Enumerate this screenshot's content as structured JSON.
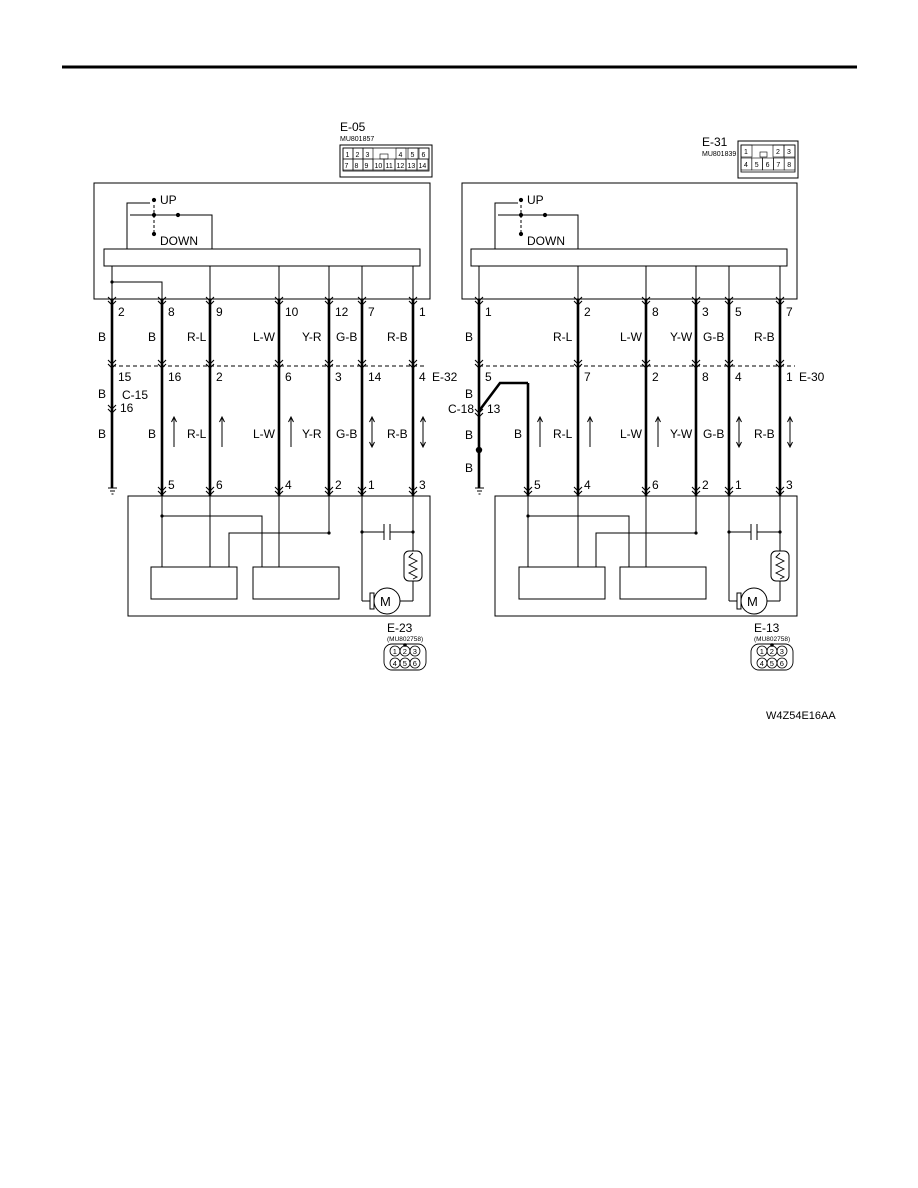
{
  "figure_code": "W4Z54E16AA",
  "left": {
    "connector_top": {
      "name": "E-05",
      "part": "MU801857",
      "row1": [
        "1",
        "2",
        "3",
        "4",
        "5",
        "6"
      ],
      "row2": [
        "7",
        "8",
        "9",
        "10",
        "11",
        "12",
        "13",
        "14"
      ]
    },
    "switch": {
      "up": "UP",
      "down": "DOWN"
    },
    "wires": [
      {
        "pin_top": "2",
        "color_top": "B",
        "pin_mid": "15",
        "color_mid": "B",
        "pin_bot": ""
      },
      {
        "pin_top": "8",
        "color_top": "B",
        "pin_mid": "16",
        "color_mid": "B",
        "pin_bot": "5"
      },
      {
        "pin_top": "9",
        "color_top": "R-L",
        "pin_mid": "2",
        "color_mid": "R-L",
        "pin_bot": "6"
      },
      {
        "pin_top": "10",
        "color_top": "L-W",
        "pin_mid": "6",
        "color_mid": "L-W",
        "pin_bot": "4"
      },
      {
        "pin_top": "12",
        "color_top": "Y-R",
        "pin_mid": "3",
        "color_mid": "Y-R",
        "pin_bot": "2"
      },
      {
        "pin_top": "7",
        "color_top": "G-B",
        "pin_mid": "14",
        "color_mid": "G-B",
        "pin_bot": "1"
      },
      {
        "pin_top": "1",
        "color_top": "R-B",
        "pin_mid": "4",
        "color_mid": "R-B",
        "pin_bot": "3"
      }
    ],
    "mid_connector": "E-32",
    "joint": {
      "name": "C-15",
      "pin": "16",
      "color_below": "B"
    },
    "connector_bottom": {
      "name": "E-23",
      "part": "(MU802758)",
      "pins": [
        "1",
        "2",
        "3",
        "4",
        "5",
        "6"
      ]
    }
  },
  "right": {
    "connector_top": {
      "name": "E-31",
      "part": "MU801839",
      "row1": [
        "1",
        "2",
        "3"
      ],
      "row2": [
        "4",
        "5",
        "6",
        "7",
        "8"
      ]
    },
    "switch": {
      "up": "UP",
      "down": "DOWN"
    },
    "wires": [
      {
        "pin_top": "1",
        "color_top": "B",
        "pin_mid": "5",
        "color_mid": "B",
        "pin_bot": ""
      },
      {
        "pin_top": "",
        "color_top": "",
        "pin_mid": "",
        "color_mid": "B",
        "pin_bot": "5"
      },
      {
        "pin_top": "2",
        "color_top": "R-L",
        "pin_mid": "7",
        "color_mid": "R-L",
        "pin_bot": "4"
      },
      {
        "pin_top": "8",
        "color_top": "L-W",
        "pin_mid": "2",
        "color_mid": "L-W",
        "pin_bot": "6"
      },
      {
        "pin_top": "3",
        "color_top": "Y-W",
        "pin_mid": "8",
        "color_mid": "Y-W",
        "pin_bot": "2"
      },
      {
        "pin_top": "5",
        "color_top": "G-B",
        "pin_mid": "4",
        "color_mid": "G-B",
        "pin_bot": "1"
      },
      {
        "pin_top": "7",
        "color_top": "R-B",
        "pin_mid": "1",
        "color_mid": "R-B",
        "pin_bot": "3"
      }
    ],
    "mid_connector": "E-30",
    "joint": {
      "name": "C-18",
      "pin": "13",
      "color_above": "B",
      "color_below_1": "B",
      "color_below_2": "B"
    },
    "connector_bottom": {
      "name": "E-13",
      "part": "(MU802758)",
      "pins": [
        "1",
        "2",
        "3",
        "4",
        "5",
        "6"
      ]
    }
  },
  "motor_symbol": "M"
}
